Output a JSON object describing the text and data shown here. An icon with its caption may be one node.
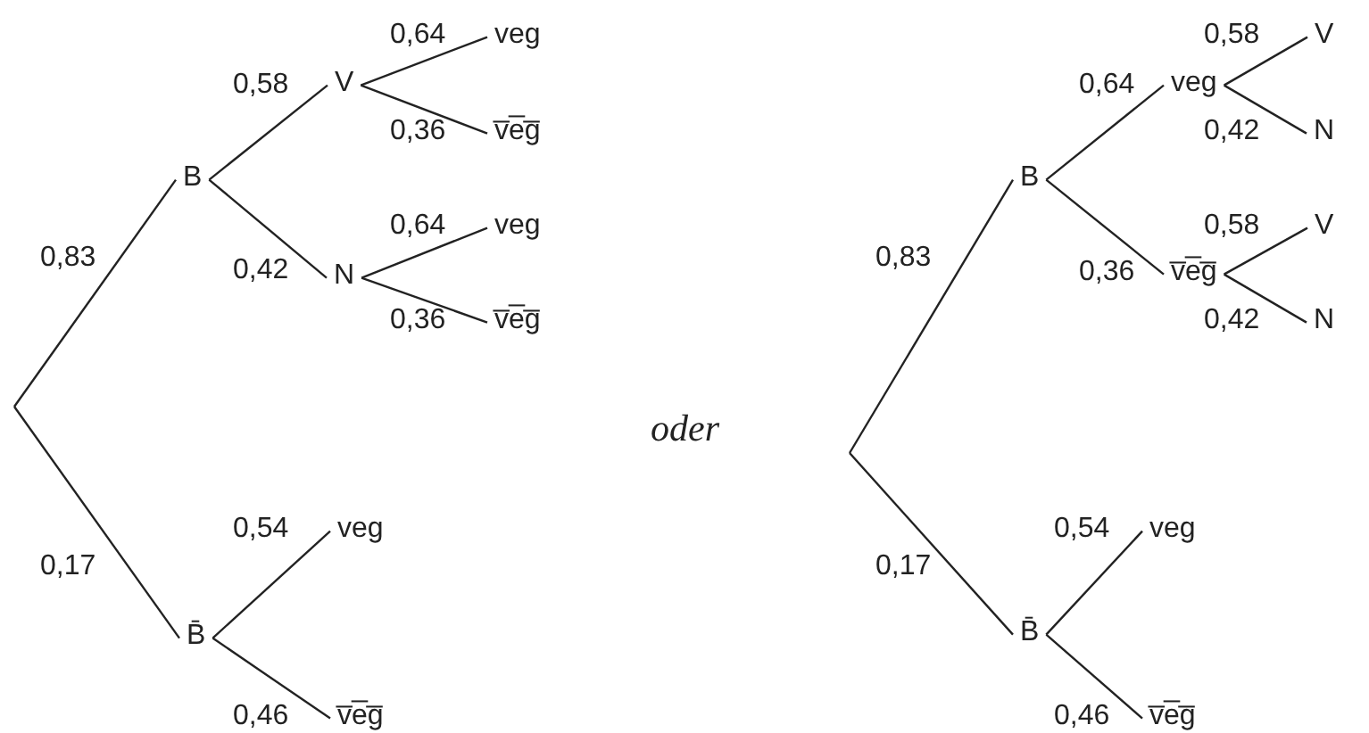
{
  "diagram": {
    "nodes": [
      {
        "text": [
          "B"
        ]
      },
      {
        "text": [
          "V"
        ]
      },
      {
        "text": [
          "veg"
        ]
      },
      {
        "text": [
          "v̅e̅g̅"
        ]
      },
      {
        "text": [
          "N"
        ]
      },
      {
        "text": [
          "veg"
        ]
      },
      {
        "text": [
          "v̅e̅g̅"
        ]
      },
      {
        "text": [
          "B̄"
        ]
      },
      {
        "text": [
          "veg"
        ]
      },
      {
        "text": [
          "v̅e̅g̅"
        ]
      },
      {
        "text": [
          "B"
        ]
      },
      {
        "text": [
          "veg"
        ]
      },
      {
        "text": [
          "V"
        ]
      },
      {
        "text": [
          "N"
        ]
      },
      {
        "text": [
          "v̅e̅g̅"
        ]
      },
      {
        "text": [
          "V"
        ]
      },
      {
        "text": [
          "N"
        ]
      },
      {
        "text": [
          "B̄"
        ]
      },
      {
        "text": [
          "veg"
        ]
      },
      {
        "text": [
          "v̅e̅g̅"
        ]
      }
    ],
    "edges": [
      {
        "from": null,
        "to": 0,
        "arrow": "none",
        "label": "0,83"
      },
      {
        "from": 0,
        "to": 1,
        "arrow": "none",
        "label": "0,58"
      },
      {
        "from": 1,
        "to": 2,
        "arrow": "none",
        "label": "0,64"
      },
      {
        "from": 1,
        "to": 3,
        "arrow": "none",
        "label": "0,36"
      },
      {
        "from": 0,
        "to": 4,
        "arrow": "none",
        "label": "0,42"
      },
      {
        "from": 4,
        "to": 5,
        "arrow": "none",
        "label": "0,64"
      },
      {
        "from": 4,
        "to": 6,
        "arrow": "none",
        "label": "0,36"
      },
      {
        "from": null,
        "to": 7,
        "arrow": "none",
        "label": "0,17"
      },
      {
        "from": 7,
        "to": 8,
        "arrow": "none",
        "label": "0,54"
      },
      {
        "from": 7,
        "to": 9,
        "arrow": "none",
        "label": "0,46"
      },
      {
        "from": null,
        "to": 10,
        "arrow": "none",
        "label": "0,83"
      },
      {
        "from": 10,
        "to": 11,
        "arrow": "none",
        "label": "0,64"
      },
      {
        "from": 11,
        "to": 12,
        "arrow": "none",
        "label": "0,58"
      },
      {
        "from": 11,
        "to": 13,
        "arrow": "none",
        "label": "0,42"
      },
      {
        "from": 10,
        "to": 14,
        "arrow": "none",
        "label": "0,36"
      },
      {
        "from": 14,
        "to": 15,
        "arrow": "none",
        "label": "0,58"
      },
      {
        "from": 14,
        "to": 16,
        "arrow": "none",
        "label": "0,42"
      },
      {
        "from": null,
        "to": 17,
        "arrow": "none",
        "label": "0,17"
      },
      {
        "from": 17,
        "to": 18,
        "arrow": "none",
        "label": "0,54"
      },
      {
        "from": 17,
        "to": 19,
        "arrow": "none",
        "label": "0,46"
      }
    ],
    "labels": [
      "oder"
    ]
  }
}
